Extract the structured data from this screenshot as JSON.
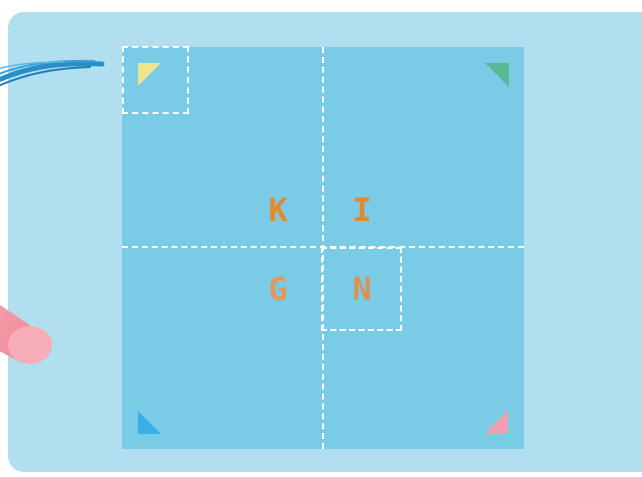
{
  "board": {
    "letters": [
      "K",
      "I",
      "G",
      "N"
    ],
    "corner_colors": {
      "top_left": "#f0e58a",
      "top_right": "#58b896",
      "bottom_left": "#3aaee6",
      "bottom_right": "#f0a0b0"
    },
    "background_color": "#7acbe6"
  },
  "decorations": {
    "streak_icon": "paint-streak-icon",
    "crayon_icon": "crayon-icon"
  }
}
